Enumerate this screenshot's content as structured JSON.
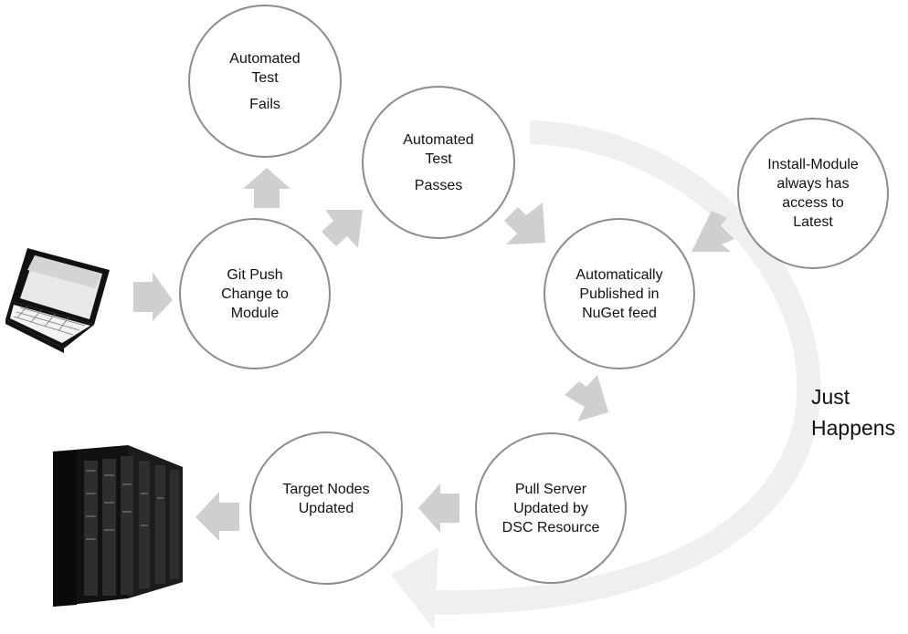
{
  "nodes": {
    "test_fails": {
      "line1": "Automated",
      "line2": "Test",
      "line3": "Fails"
    },
    "test_passes": {
      "line1": "Automated",
      "line2": "Test",
      "line3": "Passes"
    },
    "install_module": {
      "line1": "Install-Module",
      "line2": "always has",
      "line3": "access to",
      "line4": "Latest"
    },
    "git_push": {
      "line1": "Git Push",
      "line2": "Change to",
      "line3": "Module"
    },
    "published": {
      "line1": "Automatically",
      "line2": "Published in",
      "line3": "NuGet feed"
    },
    "pull_server": {
      "line1": "Pull Server",
      "line2": "Updated by",
      "line3": "DSC Resource"
    },
    "target_nodes": {
      "line1": "Target Nodes",
      "line2": "Updated"
    }
  },
  "cycle_label": {
    "line1": "Just",
    "line2": "Happens"
  },
  "colors": {
    "circle_stroke": "#8c8c8c",
    "arrow_fill": "#cfcfcf",
    "cycle_arc": "#efefef",
    "text": "#111111"
  }
}
